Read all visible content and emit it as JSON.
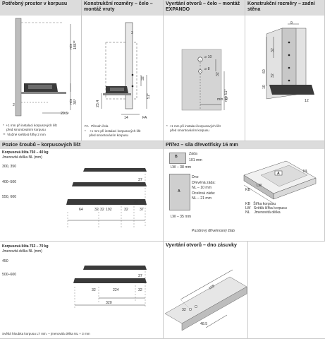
{
  "panels": {
    "p1": {
      "title": "Potřebný prostor v korpusu",
      "notes": [
        "*  +1 mm při instalaci korpusových lišt\n    před smontováním korpusu",
        "**  Vložné světlost šířky 2 mm"
      ],
      "dims": [
        "min 186**",
        "min 36*",
        "20.5",
        "2"
      ]
    },
    "p2": {
      "title": "Konstrukční rozměry – čelo – montáž vruty",
      "legend": [
        "FA   Přesah čela",
        "*    +1 mm při instalaci korpusových lišt\n     před smontováním korpusu"
      ],
      "dims": [
        "32",
        "51*",
        "23.4",
        "14",
        "FA",
        "3"
      ]
    },
    "p3": {
      "title": "Vyvrtání otvorů – čelo – montáž EXPANDO",
      "notes": [
        "*  +1 mm při instalaci korpusových lišt\n    před smontováním korpusu"
      ],
      "dims": [
        "⌀ 10",
        "⌀ 8",
        "32",
        "min 51*",
        "min 12"
      ]
    },
    "p4": {
      "title": "Konstrukční rozměry – zadní stěna",
      "dims": [
        "9",
        "32",
        "60",
        "32",
        "10",
        "12"
      ]
    },
    "p5": {
      "title": "Pozice šroubů – korpusových lišt",
      "rail_title": "Korpusová lišta 750 – 40 kg",
      "rail_sub": "Jmenovitá délka NL (mm)",
      "sizes": [
        "300, 350",
        "400–500",
        "550, 600"
      ],
      "dims": [
        "37",
        "32",
        "192",
        "32",
        "32",
        "64",
        "32",
        "37"
      ]
    },
    "p6": {
      "title": "Přířez – síla dřevotřísky 16 mm",
      "b_label": "B",
      "a_label": "A",
      "b_notes": [
        "Záda",
        "101 mm"
      ],
      "b_width": "LW – 38 mm",
      "a_notes": [
        "Dno",
        "Dřevěná záda:",
        "NL – 10 mm",
        "Ocelová záda:",
        "NL – 21 mm"
      ],
      "a_width": "LW – 35 mm",
      "a_bottom": "Puzdrový dříve/nosný žlab",
      "legend": [
        "KB   Šířka korpusu",
        "LW   Světlá šířka korpusu",
        "NL    Jmenovitá délka"
      ],
      "draw_labels": [
        "KB",
        "LW",
        "A",
        "NL"
      ]
    },
    "p7": {
      "rail_title": "Korpusová lišta 753 – 70 kg",
      "rail_sub": "Jmenovitá délka NL (mm)",
      "sizes": [
        "450",
        "500–600"
      ],
      "dims": [
        "37",
        "32",
        "224",
        "32",
        "320"
      ],
      "footer": "Světlá hloubka korpusu LT min. – jmenovitá délka NL + 3 mm"
    },
    "p8": {
      "title": "Vyvrtání otvorů – dno zásuvky",
      "dims": [
        "128",
        "32",
        "48.5"
      ]
    }
  },
  "colors": {
    "header_bg": "#dcdcdc",
    "panel_border": "#c9c9c9",
    "fill_gray": "#cfcfcf",
    "dark": "#2b2b2b"
  }
}
